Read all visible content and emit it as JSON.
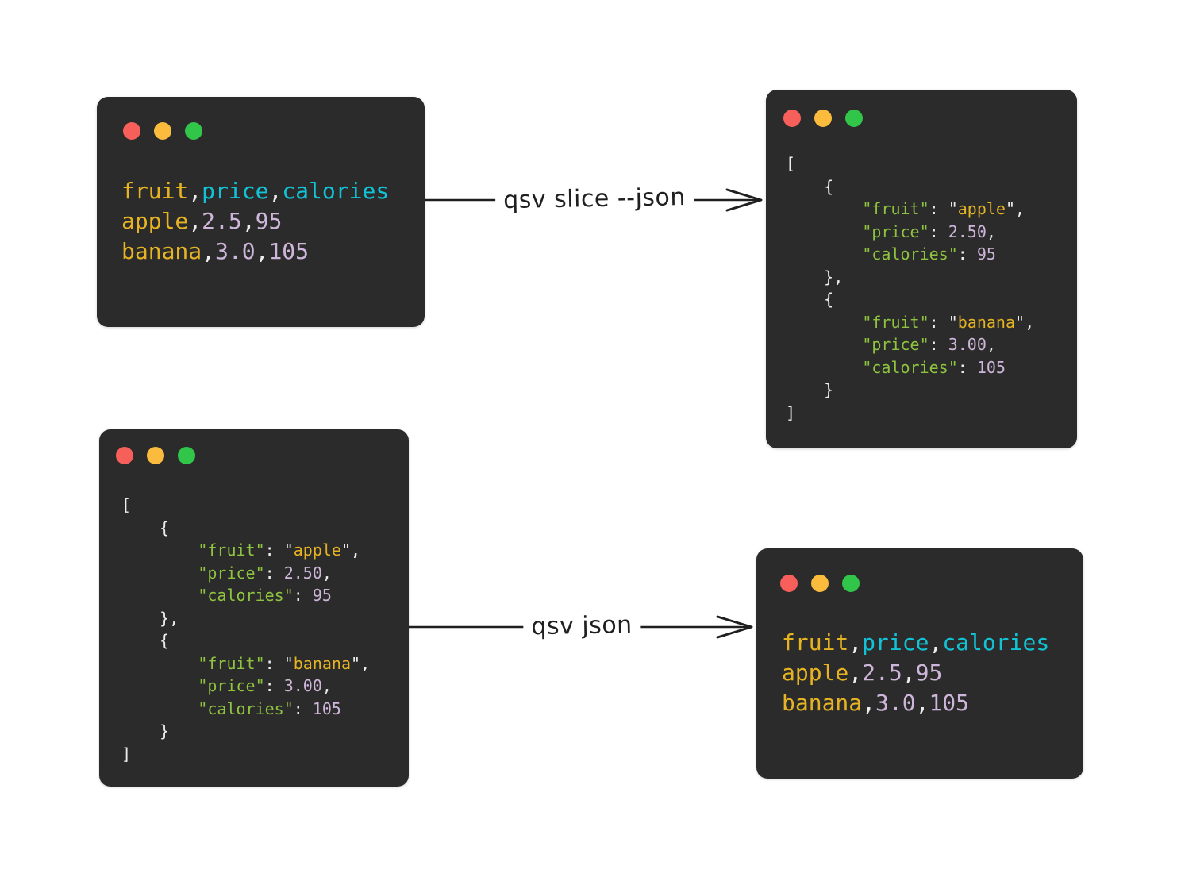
{
  "page": {
    "background": "#ffffff"
  },
  "window_style": {
    "bg": "#2b2b2b",
    "traffic_lights": [
      {
        "name": "close",
        "color": "#f7605a"
      },
      {
        "name": "minimize",
        "color": "#fbbb3c"
      },
      {
        "name": "zoom",
        "color": "#31c649"
      }
    ]
  },
  "palette": {
    "yellow": "#e6b422",
    "cyan": "#12c3d6",
    "lavender": "#cdb6d9",
    "green": "#8fc43f",
    "white": "#ededed",
    "ink": "#1f1f1f"
  },
  "arrows": [
    {
      "label": "qsv slice --json"
    },
    {
      "label": "qsv json"
    }
  ],
  "csv_lines": [
    [
      {
        "t": "fruit",
        "c": "yellow"
      },
      {
        "t": ",",
        "c": "white"
      },
      {
        "t": "price",
        "c": "cyan"
      },
      {
        "t": ",",
        "c": "white"
      },
      {
        "t": "calories",
        "c": "cyan"
      }
    ],
    [
      {
        "t": "apple",
        "c": "yellow"
      },
      {
        "t": ",",
        "c": "white"
      },
      {
        "t": "2.5",
        "c": "lavender"
      },
      {
        "t": ",",
        "c": "white"
      },
      {
        "t": "95",
        "c": "lavender"
      }
    ],
    [
      {
        "t": "banana",
        "c": "yellow"
      },
      {
        "t": ",",
        "c": "white"
      },
      {
        "t": "3.0",
        "c": "lavender"
      },
      {
        "t": ",",
        "c": "white"
      },
      {
        "t": "105",
        "c": "lavender"
      }
    ]
  ],
  "json_lines": [
    [
      {
        "t": "[",
        "c": "white"
      }
    ],
    [
      {
        "t": "    {",
        "c": "white"
      }
    ],
    [
      {
        "t": "        ",
        "c": "white"
      },
      {
        "t": "\"fruit\"",
        "c": "green"
      },
      {
        "t": ": ",
        "c": "white"
      },
      {
        "t": "\"",
        "c": "white"
      },
      {
        "t": "apple",
        "c": "yellow"
      },
      {
        "t": "\"",
        "c": "white"
      },
      {
        "t": ",",
        "c": "white"
      }
    ],
    [
      {
        "t": "        ",
        "c": "white"
      },
      {
        "t": "\"price\"",
        "c": "green"
      },
      {
        "t": ": ",
        "c": "white"
      },
      {
        "t": "2.50",
        "c": "lavender"
      },
      {
        "t": ",",
        "c": "white"
      }
    ],
    [
      {
        "t": "        ",
        "c": "white"
      },
      {
        "t": "\"calories\"",
        "c": "green"
      },
      {
        "t": ": ",
        "c": "white"
      },
      {
        "t": "95",
        "c": "lavender"
      }
    ],
    [
      {
        "t": "    },",
        "c": "white"
      }
    ],
    [
      {
        "t": "    {",
        "c": "white"
      }
    ],
    [
      {
        "t": "        ",
        "c": "white"
      },
      {
        "t": "\"fruit\"",
        "c": "green"
      },
      {
        "t": ": ",
        "c": "white"
      },
      {
        "t": "\"",
        "c": "white"
      },
      {
        "t": "banana",
        "c": "yellow"
      },
      {
        "t": "\"",
        "c": "white"
      },
      {
        "t": ",",
        "c": "white"
      }
    ],
    [
      {
        "t": "        ",
        "c": "white"
      },
      {
        "t": "\"price\"",
        "c": "green"
      },
      {
        "t": ": ",
        "c": "white"
      },
      {
        "t": "3.00",
        "c": "lavender"
      },
      {
        "t": ",",
        "c": "white"
      }
    ],
    [
      {
        "t": "        ",
        "c": "white"
      },
      {
        "t": "\"calories\"",
        "c": "green"
      },
      {
        "t": ": ",
        "c": "white"
      },
      {
        "t": "105",
        "c": "lavender"
      }
    ],
    [
      {
        "t": "    }",
        "c": "white"
      }
    ],
    [
      {
        "t": "]",
        "c": "white"
      }
    ]
  ]
}
